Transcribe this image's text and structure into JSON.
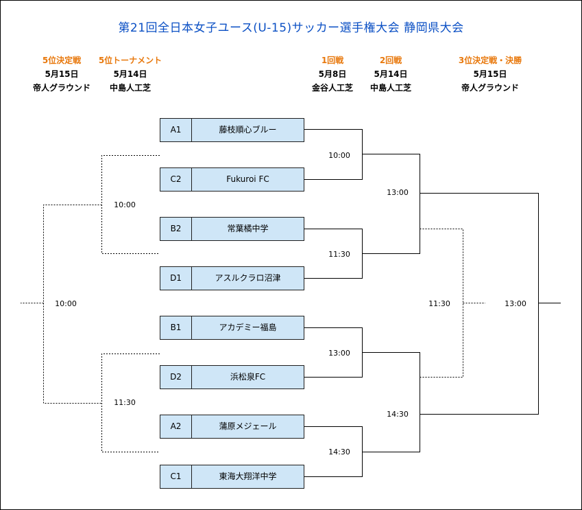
{
  "title": "第21回全日本女子ユース(U-15)サッカー選手権大会 静岡県大会",
  "headers": [
    {
      "label": "5位決定戦",
      "date": "5月15日",
      "venue": "帝人グラウンド"
    },
    {
      "label": "5位トーナメント",
      "date": "5月14日",
      "venue": "中島人工芝"
    },
    {
      "label": "1回戦",
      "date": "5月8日",
      "venue": "金谷人工芝"
    },
    {
      "label": "2回戦",
      "date": "5月14日",
      "venue": "中島人工芝"
    },
    {
      "label": "3位決定戦・決勝",
      "date": "5月15日",
      "venue": "帝人グラウンド"
    }
  ],
  "teams": [
    {
      "seed": "A1",
      "name": "藤枝順心ブルー"
    },
    {
      "seed": "C2",
      "name": "Fukuroi FC"
    },
    {
      "seed": "B2",
      "name": "常葉橘中学"
    },
    {
      "seed": "D1",
      "name": "アスルクラロ沼津"
    },
    {
      "seed": "B1",
      "name": "アカデミー福島"
    },
    {
      "seed": "D2",
      "name": "浜松泉FC"
    },
    {
      "seed": "A2",
      "name": "蒲原メジェール"
    },
    {
      "seed": "C1",
      "name": "東海大翔洋中学"
    }
  ],
  "times": {
    "r1_1": "10:00",
    "r1_2": "11:30",
    "r1_3": "13:00",
    "r1_4": "14:30",
    "r2_1": "13:00",
    "r2_2": "14:30",
    "third_place": "11:30",
    "final": "13:00",
    "fifth_semi_1": "10:00",
    "fifth_semi_2": "11:30",
    "fifth_final": "10:00"
  }
}
